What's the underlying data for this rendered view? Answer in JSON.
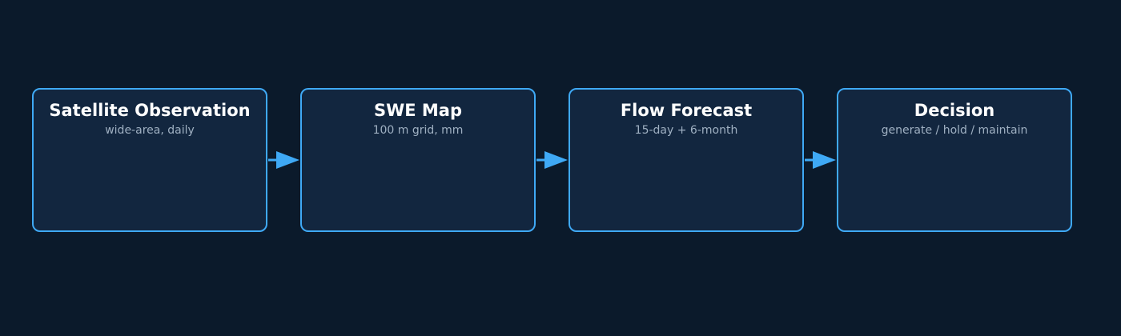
{
  "diagram": {
    "colors": {
      "background": "#0b1a2b",
      "node_fill": "#12263f",
      "accent": "#3fa9f5",
      "title_text": "#ffffff",
      "subtitle_text": "#9fb0c2"
    },
    "nodes": [
      {
        "title": "Satellite Observation",
        "subtitle": "wide-area, daily"
      },
      {
        "title": "SWE Map",
        "subtitle": "100 m grid, mm"
      },
      {
        "title": "Flow Forecast",
        "subtitle": "15-day + 6-month"
      },
      {
        "title": "Decision",
        "subtitle": "generate / hold / maintain"
      }
    ],
    "edges": [
      {
        "from": "Satellite Observation",
        "to": "SWE Map"
      },
      {
        "from": "SWE Map",
        "to": "Flow Forecast"
      },
      {
        "from": "Flow Forecast",
        "to": "Decision"
      }
    ]
  }
}
